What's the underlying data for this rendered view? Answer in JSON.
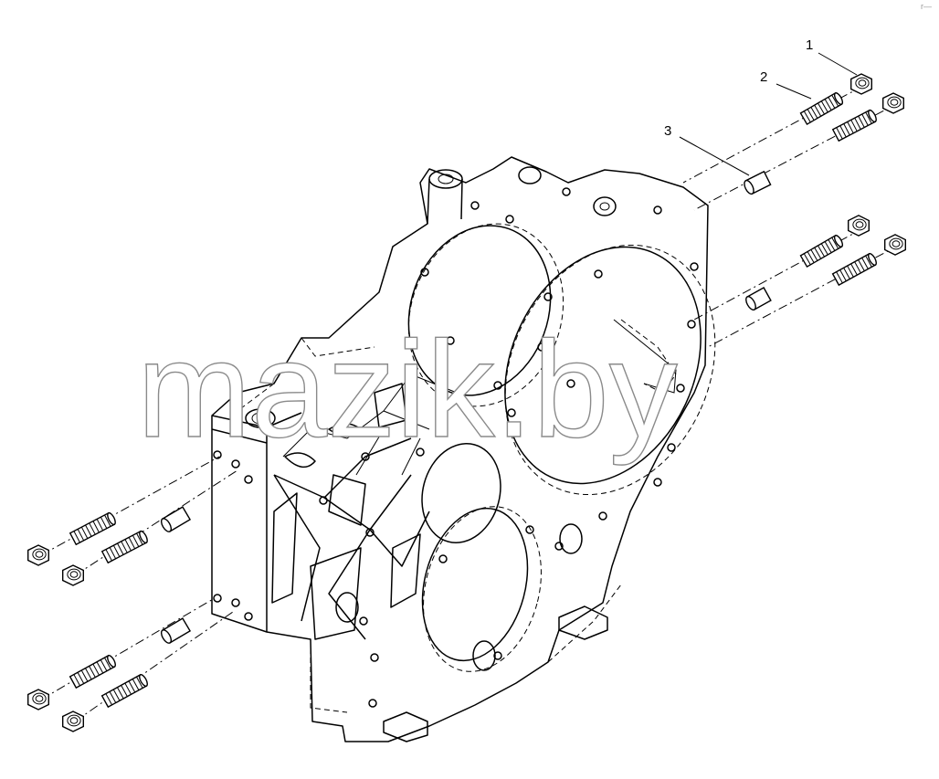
{
  "diagram": {
    "callouts": [
      {
        "id": "1",
        "label": "1"
      },
      {
        "id": "2",
        "label": "2"
      },
      {
        "id": "3",
        "label": "3"
      }
    ],
    "watermark": "mazik.by",
    "corner_mark": "r—"
  }
}
